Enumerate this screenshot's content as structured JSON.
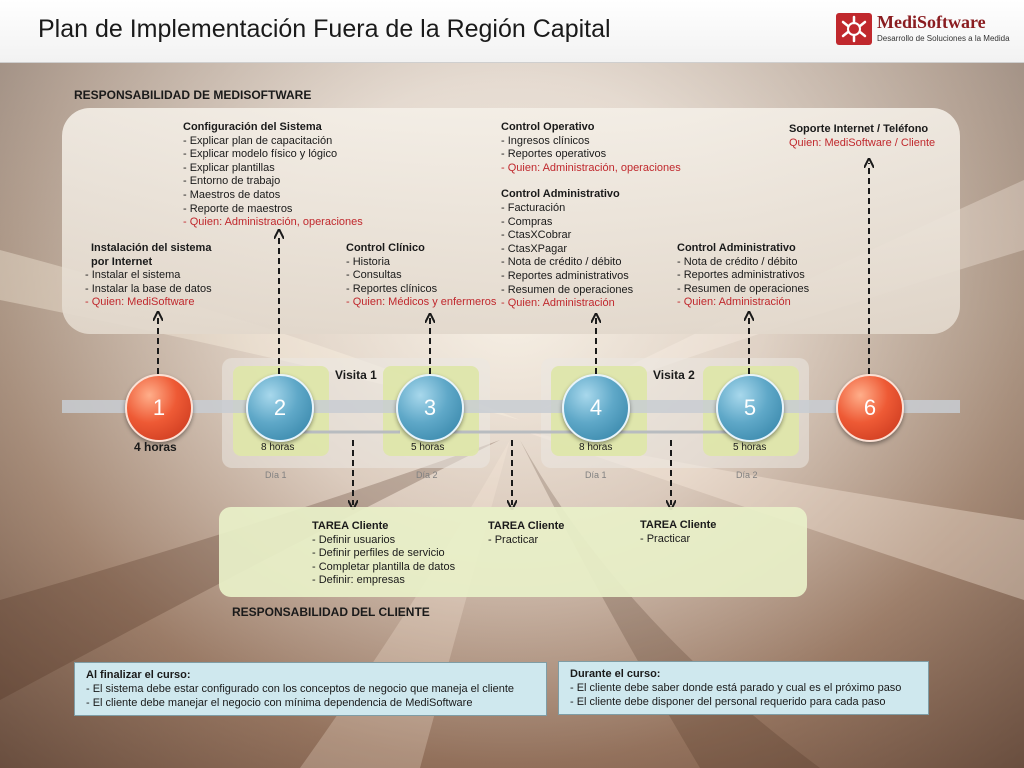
{
  "title": "Plan de Implementación Fuera de la Región Capital",
  "logo": {
    "name": "MediSoftware",
    "tagline": "Desarrollo de Soluciones a la Medida"
  },
  "labels": {
    "top": "RESPONSABILIDAD DE MEDISOFTWARE",
    "bottom": "RESPONSABILIDAD DEL CLIENTE",
    "visit1": "Visita 1",
    "visit2": "Visita 2"
  },
  "steps": [
    {
      "number": "1",
      "duration": "4 horas",
      "day": ""
    },
    {
      "number": "2",
      "duration": "8 horas",
      "day": "Día 1"
    },
    {
      "number": "3",
      "duration": "5 horas",
      "day": "Día 2"
    },
    {
      "number": "4",
      "duration": "8 horas",
      "day": "Día 1"
    },
    {
      "number": "5",
      "duration": "5 horas",
      "day": "Día 2"
    },
    {
      "number": "6",
      "duration": "",
      "day": ""
    }
  ],
  "blocks": {
    "config": {
      "title": "Configuración del Sistema",
      "items": [
        "- Explicar plan de capacitación",
        "- Explicar modelo físico y lógico",
        "- Explicar plantillas",
        "- Entorno de trabajo",
        "- Maestros de datos",
        "- Reporte de maestros"
      ],
      "who": "- Quien: Administración, operaciones"
    },
    "install": {
      "title1": "Instalación  del sistema",
      "title2": "por Internet",
      "items": [
        "- Instalar el sistema",
        "- Instalar la base de datos"
      ],
      "who": "- Quien: MediSoftware"
    },
    "clinico": {
      "title": "Control Clínico",
      "items": [
        "- Historia",
        "- Consultas",
        "- Reportes clínicos"
      ],
      "who": "- Quien: Médicos y enfermeros"
    },
    "operativo": {
      "title": "Control Operativo",
      "items": [
        "- Ingresos clínicos",
        "- Reportes operativos"
      ],
      "who": "- Quien: Administración, operaciones"
    },
    "admin1": {
      "title": "Control Administrativo",
      "items": [
        "- Facturación",
        "- Compras",
        "- CtasXCobrar",
        "- CtasXPagar",
        "- Nota de crédito / débito",
        "- Reportes administrativos",
        "- Resumen de operaciones"
      ],
      "who": "- Quien: Administración"
    },
    "admin2": {
      "title": "Control Administrativo",
      "items": [
        "- Nota de crédito / débito",
        "- Reportes administrativos",
        "- Resumen de operaciones"
      ],
      "who": "- Quien: Administración"
    },
    "soporte": {
      "title": "Soporte Internet / Teléfono",
      "who": "Quien: MediSoftware / Cliente"
    }
  },
  "tasks": [
    {
      "title": "TAREA Cliente",
      "items": [
        "- Definir usuarios",
        "- Definir perfiles de servicio",
        "- Completar plantilla de datos",
        "- Definir: empresas"
      ]
    },
    {
      "title": "TAREA Cliente",
      "items": [
        "- Practicar"
      ]
    },
    {
      "title": "TAREA Cliente",
      "items": [
        "- Practicar"
      ]
    }
  ],
  "notes": [
    {
      "title": "Al finalizar el curso:",
      "items": [
        "- El sistema debe estar configurado con los conceptos de negocio que maneja el cliente",
        "- El cliente debe manejar el negocio con mínima dependencia de MediSoftware"
      ]
    },
    {
      "title": "Durante el curso:",
      "items": [
        "- El cliente debe saber donde está parado y cual es el próximo paso",
        "- El cliente debe disponer del personal requerido para cada paso"
      ]
    }
  ],
  "colors": {
    "accent_red": "#c0282d",
    "step_blue": "#4a98bd",
    "step_red": "#e24a2a",
    "client_green": "#e8f0c8",
    "note_blue": "#cfe8ee"
  }
}
